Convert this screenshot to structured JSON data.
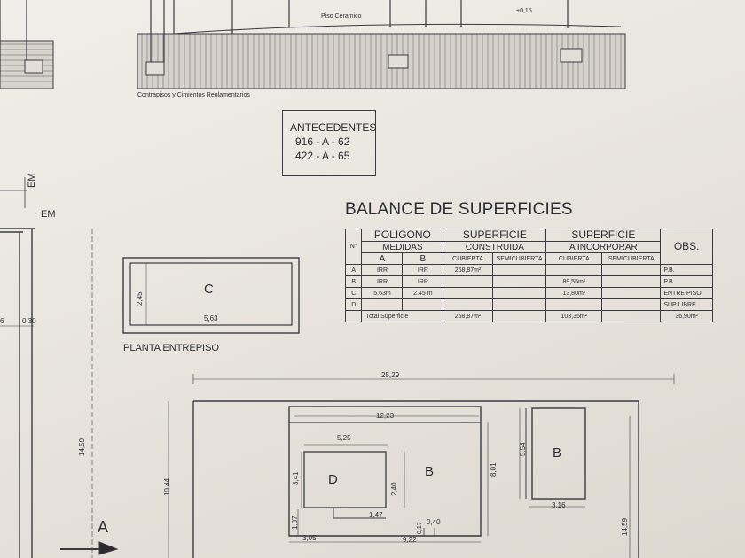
{
  "section": {
    "floor_label": "Piso Ceramico",
    "level_mark": "+0,15",
    "foundations_note": "Contrapisos y Cimientos Reglamentarios",
    "cut_mark_top": "EM",
    "cut_mark_side": "EM"
  },
  "antecedentes": {
    "title": "ANTECEDENTES",
    "lines": [
      "916 - A - 62",
      "422 - A - 65"
    ]
  },
  "balance": {
    "title": "BALANCE DE SUPERFICIES",
    "header": {
      "poligono": "POLIGONO",
      "medidas": "MEDIDAS",
      "col_a": "A",
      "col_b": "B",
      "numero": "N°",
      "superficie_construida": [
        "SUPERFICIE",
        "CONSTRUIDA"
      ],
      "superficie_incorporar": [
        "SUPERFICIE",
        "A INCORPORAR"
      ],
      "cubierta": "CUBIERTA",
      "semicubierta": "SEMICUBIERTA",
      "obs": "OBS."
    },
    "rows": [
      {
        "n": "A",
        "a": "IRR",
        "b": "IRR",
        "construida_cubierta": "268,87m²",
        "construida_semi": "",
        "incorporar_cubierta": "",
        "incorporar_semi": "",
        "obs": "P.B."
      },
      {
        "n": "B",
        "a": "IRR",
        "b": "IRR",
        "construida_cubierta": "",
        "construida_semi": "",
        "incorporar_cubierta": "89,55m²",
        "incorporar_semi": "",
        "obs": "P.B."
      },
      {
        "n": "C",
        "a": "5.63m",
        "b": "2.45 m",
        "construida_cubierta": "",
        "construida_semi": "",
        "incorporar_cubierta": "13,80m²",
        "incorporar_semi": "",
        "obs": "ENTRE PISO"
      },
      {
        "n": "D",
        "a": "",
        "b": "",
        "construida_cubierta": "",
        "construida_semi": "",
        "incorporar_cubierta": "",
        "incorporar_semi": "",
        "obs": "SUP LIBRE"
      }
    ],
    "total": {
      "label": "Total Superficie",
      "construida_cubierta": "268,87m²",
      "incorporar_cubierta": "103,35m²",
      "obs": "36,90m²"
    }
  },
  "entrepiso": {
    "caption": "PLANTA ENTREPISO",
    "zone": "C",
    "dim_width": "5,63",
    "dim_height": "2,45",
    "dim_side_a": "0,30",
    "dim_side_b": "6"
  },
  "plan": {
    "overall_width": "25,29",
    "overall_height_left": "14,59",
    "overall_height_right": "14,59",
    "inner_height": "10,44",
    "block_width": "12,23",
    "d_width": "5,25",
    "d_height": "3,41",
    "d_depth": "2,40",
    "zone_d": "D",
    "zone_b": "B",
    "zone_b2": "B",
    "dim_801": "8,01",
    "dim_554": "5,54",
    "dim_316": "3,16",
    "dim_147": "1,47",
    "dim_187": "1,87",
    "dim_305": "3,05",
    "dim_922": "9,22",
    "dim_017": "0,17",
    "dim_040": "0,40",
    "section_arrow": "A"
  }
}
